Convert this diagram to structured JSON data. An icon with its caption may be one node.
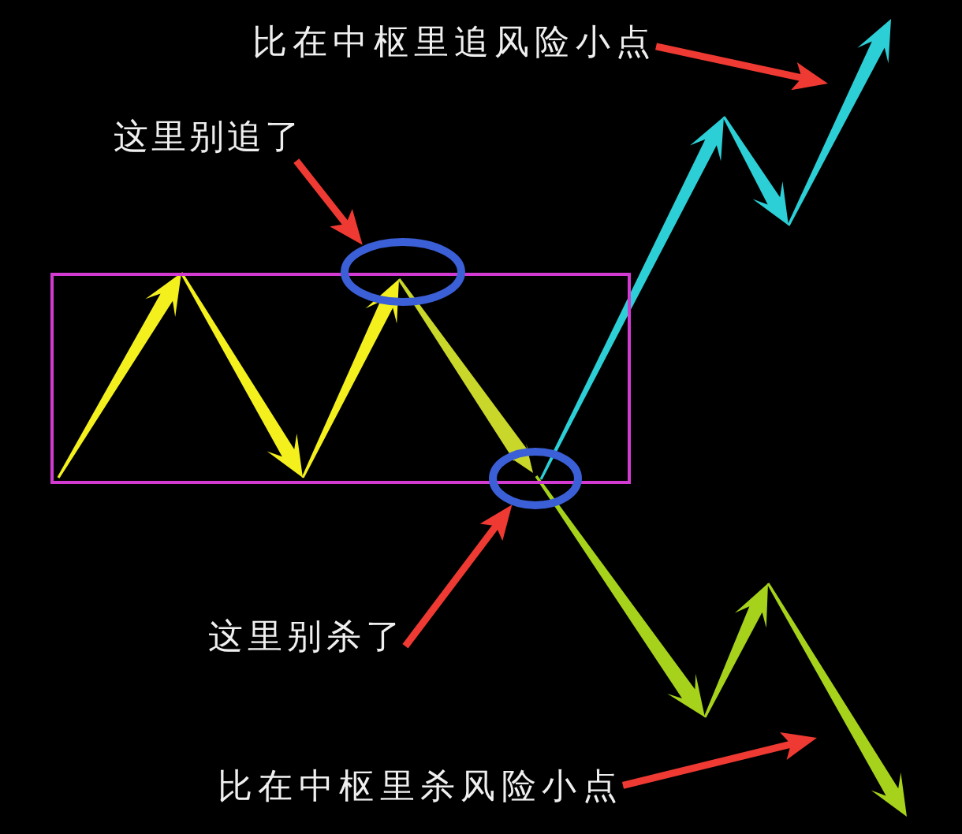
{
  "diagram": {
    "nodes": [
      {
        "text": [
          "比在中枢里追风险小点"
        ]
      },
      {
        "text": [
          "这里别追了"
        ]
      },
      {
        "text": [],
        "shape": "box"
      },
      {
        "text": [],
        "shape": "ellipse"
      },
      {
        "text": [],
        "shape": "ellipse"
      },
      {
        "text": [
          "这里别杀了"
        ]
      },
      {
        "text": [
          "比在中枢里杀风险小点"
        ]
      }
    ],
    "edges": [
      {
        "from": 0,
        "to": null,
        "arrow": "to"
      },
      {
        "from": 1,
        "to": 3,
        "arrow": "to"
      },
      {
        "from": 5,
        "to": 4,
        "arrow": "to"
      },
      {
        "from": 6,
        "to": null,
        "arrow": "to"
      }
    ]
  }
}
